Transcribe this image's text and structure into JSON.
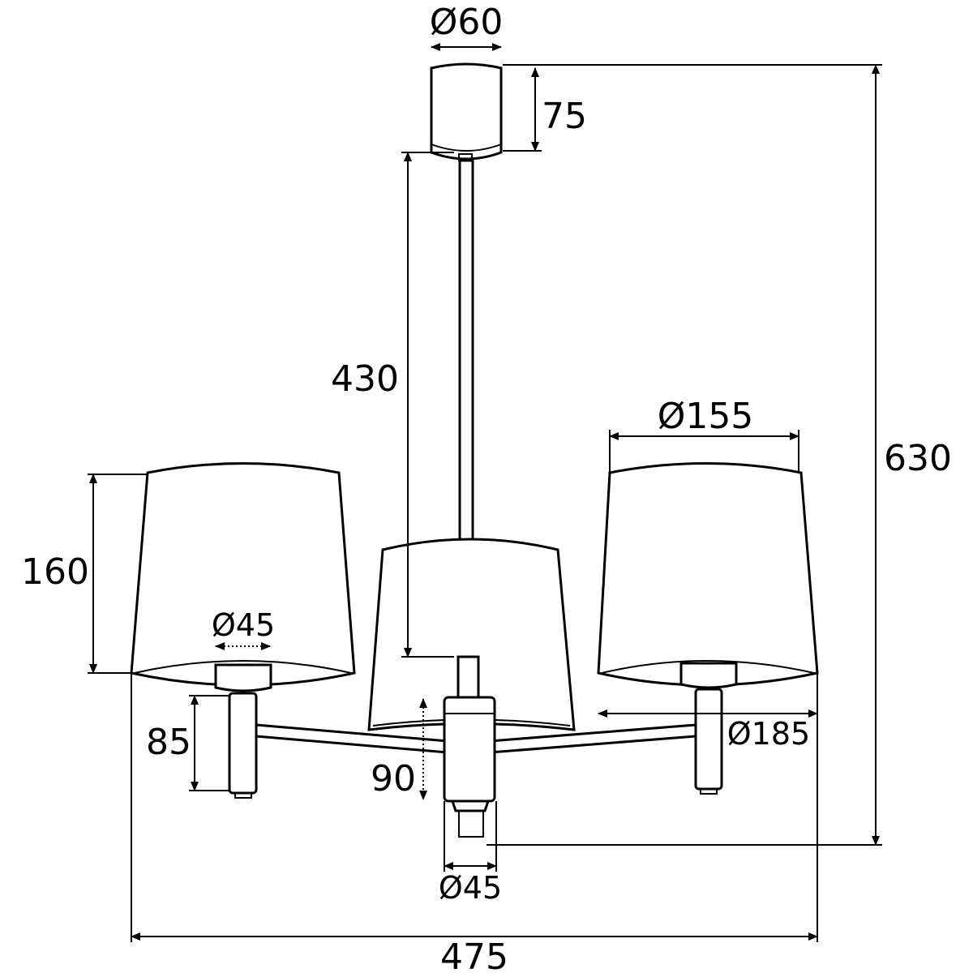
{
  "title": "Three-arm pendant lamp dimension drawing",
  "dimensions": {
    "canopy_diameter": "Ø60",
    "canopy_height": "75",
    "rod_length": "430",
    "total_height": "630",
    "shade_top_diameter": "Ø155",
    "shade_height": "160",
    "socket_diameter": "Ø45",
    "holder_height": "85",
    "hub_height": "90",
    "shade_bottom_diameter": "Ø185",
    "hub_diameter": "Ø45",
    "total_width": "475"
  }
}
